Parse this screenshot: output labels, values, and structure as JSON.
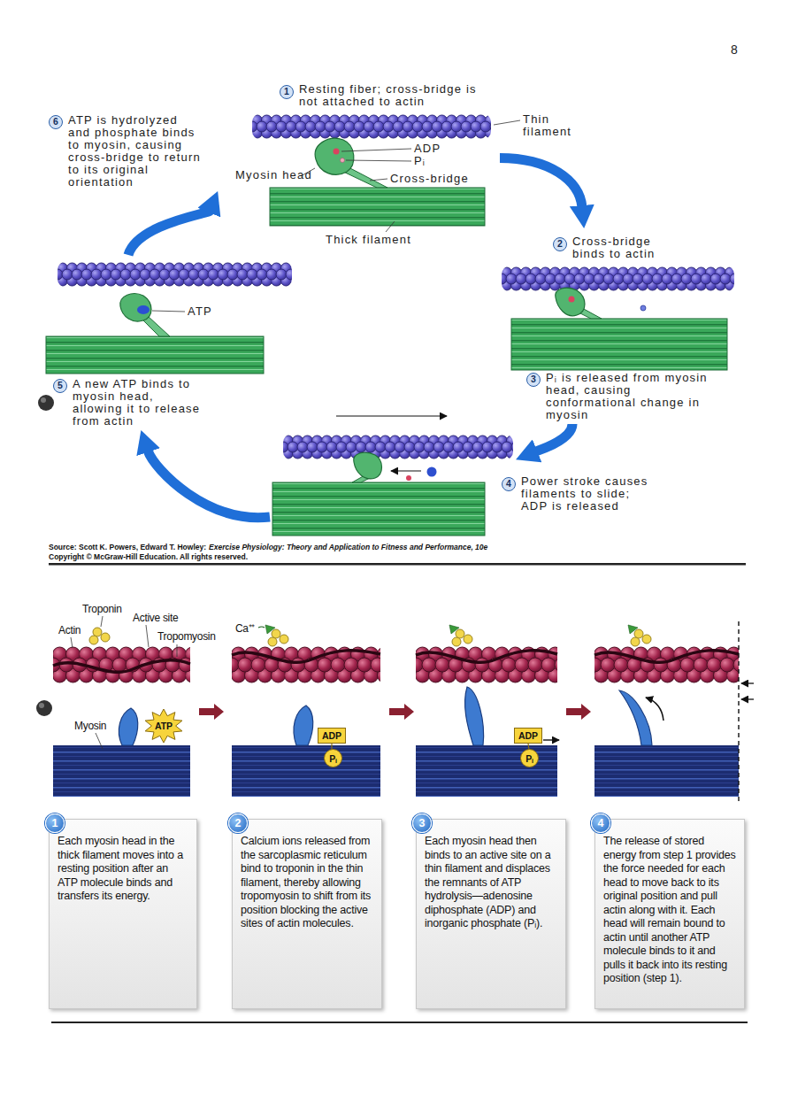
{
  "diagram": {
    "nodes": [
      {
        "text": [
          "1",
          "Resting fiber; cross-bridge is not attached to actin"
        ]
      },
      {
        "text": [
          "2",
          "Cross-bridge binds to actin"
        ]
      },
      {
        "text": [
          "3",
          "Pᵢ is released from myosin head, causing conformational change in myosin"
        ]
      },
      {
        "text": [
          "4",
          "Power stroke causes filaments to slide; ADP is released"
        ]
      },
      {
        "text": [
          "5",
          "A new ATP binds to myosin head, allowing it to release from actin"
        ]
      },
      {
        "text": [
          "6",
          "ATP is hydrolyzed and phosphate binds to myosin, causing cross-bridge to return to its original orientation"
        ]
      },
      {
        "text": [
          "ATP"
        ]
      },
      {
        "text": [
          "ADP"
        ]
      },
      {
        "text": [
          "Pᵢ"
        ]
      },
      {
        "text": [
          "ADP"
        ]
      },
      {
        "text": [
          "Pᵢ"
        ]
      },
      {
        "text": [
          "1",
          "Each myosin head in the thick filament moves into a resting position after an ATP molecule binds and transfers its energy."
        ]
      },
      {
        "text": [
          "2",
          "Calcium ions released from the sarcoplasmic reticulum bind to troponin in the thin filament, thereby allowing tropomyosin to shift from its position blocking the active sites of actin molecules."
        ]
      },
      {
        "text": [
          "3",
          "Each myosin head then binds to an active site on a thin filament and displaces the remnants of ATP hydrolysis—adenosine diphosphate (ADP) and inorganic phosphate (Pᵢ)."
        ]
      },
      {
        "text": [
          "4",
          "The release of stored energy from step 1 provides the force needed for each head to move back to its original position and pull actin along with it. Each head will remain bound to actin until another ATP molecule binds to it and pulls it back into its resting position (step 1)."
        ]
      }
    ],
    "edges": [
      {
        "from": 0,
        "to": 1,
        "arrow": "to"
      },
      {
        "from": 2,
        "to": 3,
        "arrow": "to"
      },
      {
        "from": 3,
        "to": 4,
        "arrow": "to"
      },
      {
        "from": 4,
        "to": 5,
        "arrow": "to"
      }
    ],
    "labels": [
      "8",
      "Thin filament",
      "ADP",
      "Pᵢ",
      "Myosin head",
      "Cross-bridge",
      "Thick filament",
      "ATP",
      "Source: Scott K. Powers, Edward T. Howley:",
      "Exercise Physiology: Theory and Application to Fitness and Performance, 10e",
      "Copyright © McGraw-Hill Education. All rights reserved.",
      "Troponin",
      "Active site",
      "Actin",
      "Tropomyosin",
      "Myosin",
      "Ca⁺⁺"
    ]
  }
}
